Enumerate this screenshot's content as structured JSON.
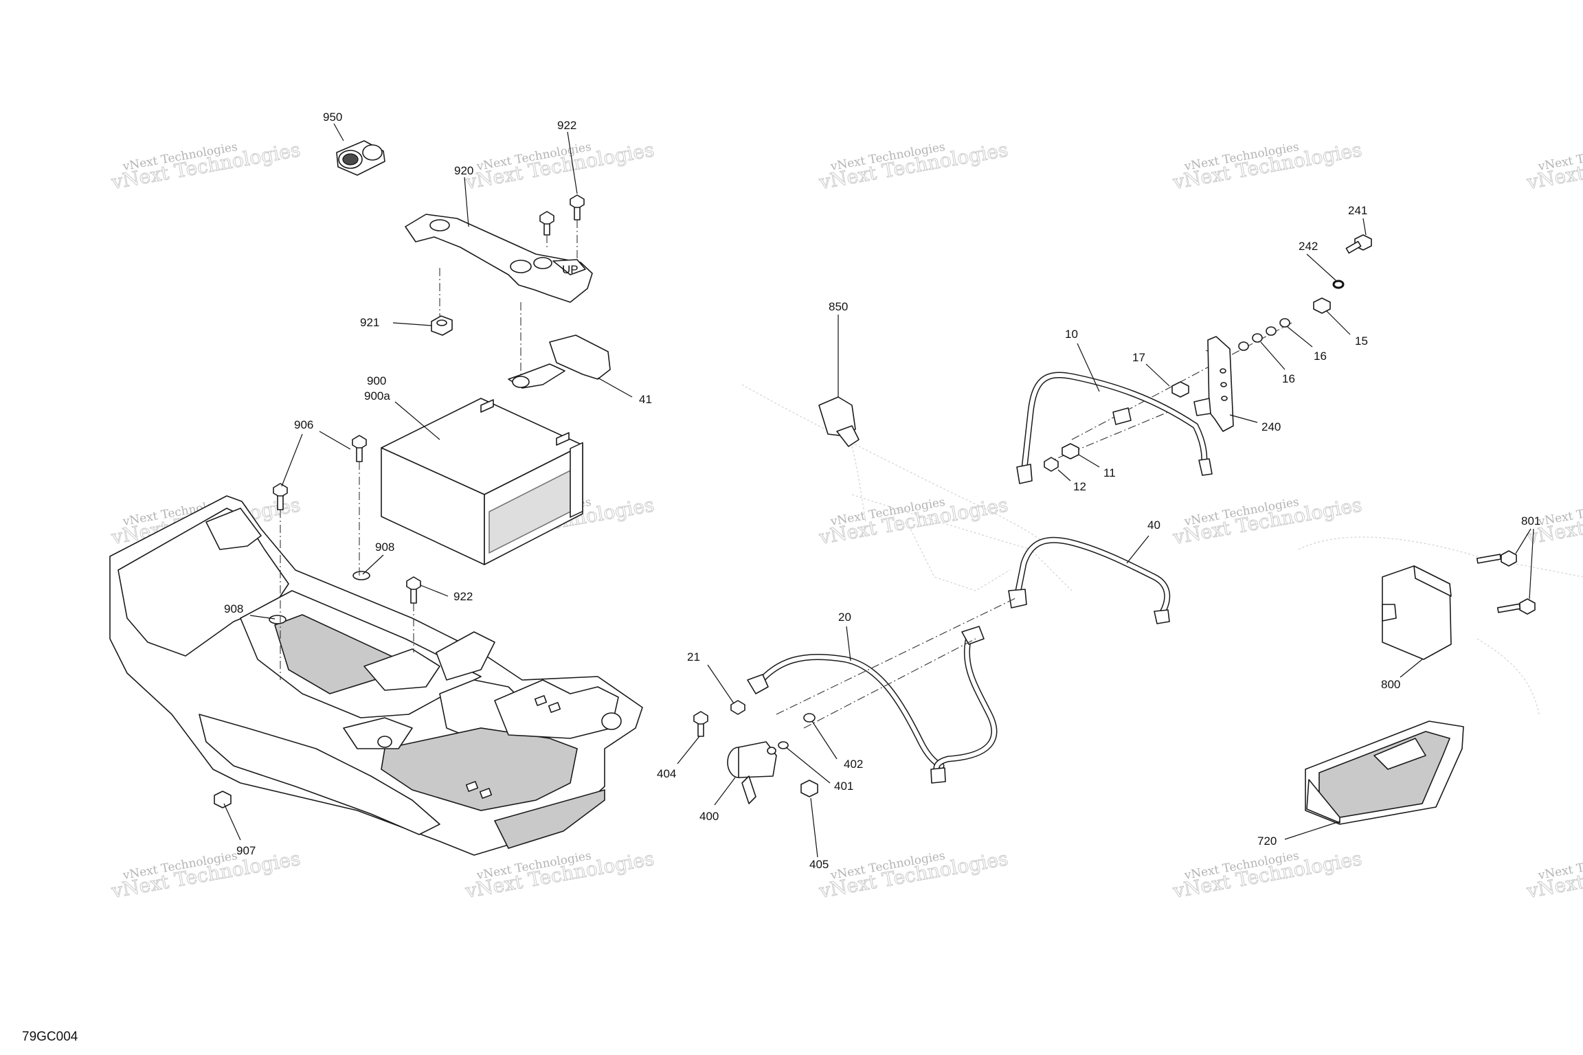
{
  "diagram_code": "79GC004",
  "watermark": {
    "line1": "vNext Technologies",
    "line2": "vNext Technologies"
  },
  "callouts": [
    {
      "id": "c950",
      "text": "950"
    },
    {
      "id": "c922a",
      "text": "922"
    },
    {
      "id": "c920",
      "text": "920"
    },
    {
      "id": "c921",
      "text": "921"
    },
    {
      "id": "c900",
      "text": "900"
    },
    {
      "id": "c900a",
      "text": "900a"
    },
    {
      "id": "c41",
      "text": "41"
    },
    {
      "id": "c906",
      "text": "906"
    },
    {
      "id": "c908a",
      "text": "908"
    },
    {
      "id": "c908b",
      "text": "908"
    },
    {
      "id": "c922b",
      "text": "922"
    },
    {
      "id": "c907",
      "text": "907"
    },
    {
      "id": "c850",
      "text": "850"
    },
    {
      "id": "c10",
      "text": "10"
    },
    {
      "id": "c17",
      "text": "17"
    },
    {
      "id": "c241",
      "text": "241"
    },
    {
      "id": "c242",
      "text": "242"
    },
    {
      "id": "c15",
      "text": "15"
    },
    {
      "id": "c16a",
      "text": "16"
    },
    {
      "id": "c16b",
      "text": "16"
    },
    {
      "id": "c240",
      "text": "240"
    },
    {
      "id": "c11",
      "text": "11"
    },
    {
      "id": "c12",
      "text": "12"
    },
    {
      "id": "c40",
      "text": "40"
    },
    {
      "id": "c20",
      "text": "20"
    },
    {
      "id": "c21",
      "text": "21"
    },
    {
      "id": "c404",
      "text": "404"
    },
    {
      "id": "c402",
      "text": "402"
    },
    {
      "id": "c401",
      "text": "401"
    },
    {
      "id": "c400",
      "text": "400"
    },
    {
      "id": "c405",
      "text": "405"
    },
    {
      "id": "c801",
      "text": "801"
    },
    {
      "id": "c800",
      "text": "800"
    },
    {
      "id": "c720",
      "text": "720"
    }
  ]
}
